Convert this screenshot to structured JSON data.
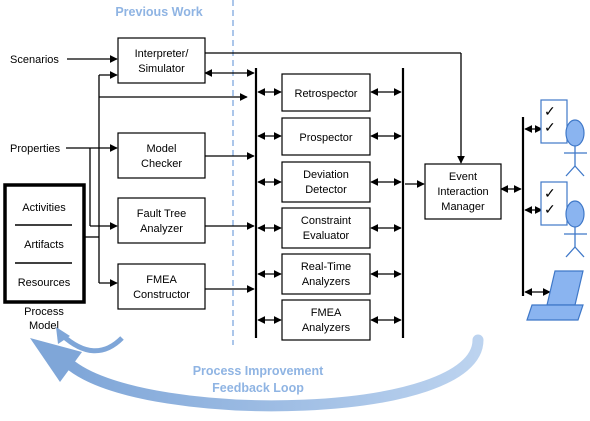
{
  "header": {
    "previous_work": "Previous Work"
  },
  "inputs": {
    "scenarios": "Scenarios",
    "properties": "Properties",
    "process_model": [
      "Process",
      "Model"
    ]
  },
  "process_model_box": {
    "items": [
      "Activities",
      "Artifacts",
      "Resources"
    ]
  },
  "left_tools": {
    "interpreter": [
      "Interpreter/",
      "Simulator"
    ],
    "model_checker": [
      "Model",
      "Checker"
    ],
    "fault_tree": [
      "Fault Tree",
      "Analyzer"
    ],
    "fmea_constructor": [
      "FMEA",
      "Constructor"
    ]
  },
  "analyzers": {
    "retrospector": [
      "Retrospector"
    ],
    "prospector": [
      "Prospector"
    ],
    "deviation": [
      "Deviation",
      "Detector"
    ],
    "constraint": [
      "Constraint",
      "Evaluator"
    ],
    "realtime": [
      "Real-Time",
      "Analyzers"
    ],
    "fmea_analyzers": [
      "FMEA",
      "Analyzers"
    ]
  },
  "event_manager": [
    "Event",
    "Interaction",
    "Manager"
  ],
  "feedback_loop": [
    "Process Improvement",
    "Feedback Loop"
  ],
  "colors": {
    "accent_blue": "#8fb4e3",
    "arrow_fill": "#bcd3ef",
    "arrow_stroke": "#7fa6d8",
    "user_fill": "#8ab4f0",
    "user_stroke": "#3f78c8"
  },
  "icons": [
    "checklist-icon",
    "user-icon",
    "checklist-icon",
    "user-icon",
    "laptop-icon"
  ]
}
